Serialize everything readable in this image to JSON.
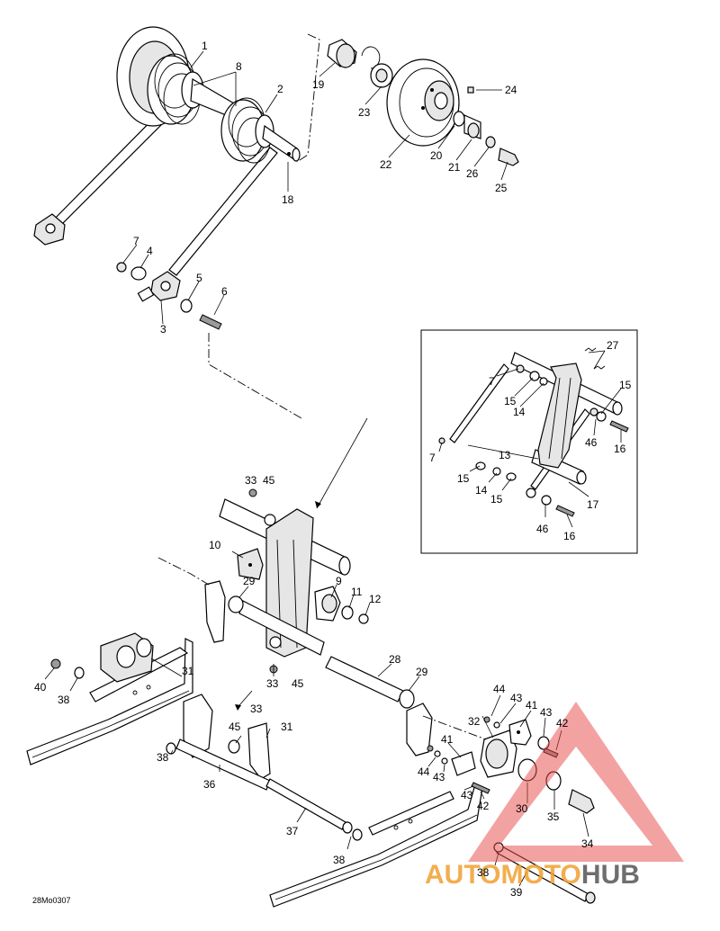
{
  "diagram_code": "28Mo0307",
  "logo": {
    "part1": "AUTO",
    "part2": "MOTO",
    "part3": "HUB",
    "color_accent": "#f0a030",
    "color_main": "#555555",
    "color_triangle": "#e84a4a"
  },
  "callouts": {
    "c1": "1",
    "c2": "2",
    "c3": "3",
    "c4": "4",
    "c5": "5",
    "c6": "6",
    "c7": "7",
    "c8": "8",
    "c18": "18",
    "c19": "19",
    "c20": "20",
    "c21": "21",
    "c22": "22",
    "c23": "23",
    "c24": "24",
    "c25": "25",
    "c26": "26",
    "i27": "27",
    "i7a": "7",
    "i15a": "15",
    "i14a": "14",
    "i15b": "15",
    "i46a": "46",
    "i16a": "16",
    "i7b": "7",
    "i13": "13",
    "i15c": "15",
    "i14b": "14",
    "i15d": "15",
    "i17": "17",
    "i46b": "46",
    "i16b": "16",
    "m33a": "33",
    "m45a": "45",
    "m10": "10",
    "m29a": "29",
    "m9": "9",
    "m11": "11",
    "m12": "12",
    "m33b": "33",
    "m45b": "45",
    "m28": "28",
    "m29b": "29",
    "b40": "40",
    "b38a": "38",
    "b31a": "31",
    "b33": "33",
    "b45": "45",
    "b31b": "31",
    "b38b": "38",
    "b36": "36",
    "b37": "37",
    "b38c": "38",
    "r44a": "44",
    "r43a": "43",
    "r41a": "41",
    "r32": "32",
    "r43b": "43",
    "r42a": "42",
    "r41b": "41",
    "r44b": "44",
    "r43c": "43",
    "r43d": "43",
    "r42b": "42",
    "r30": "30",
    "r35": "35",
    "r34": "34",
    "r38": "38",
    "r39": "39"
  }
}
